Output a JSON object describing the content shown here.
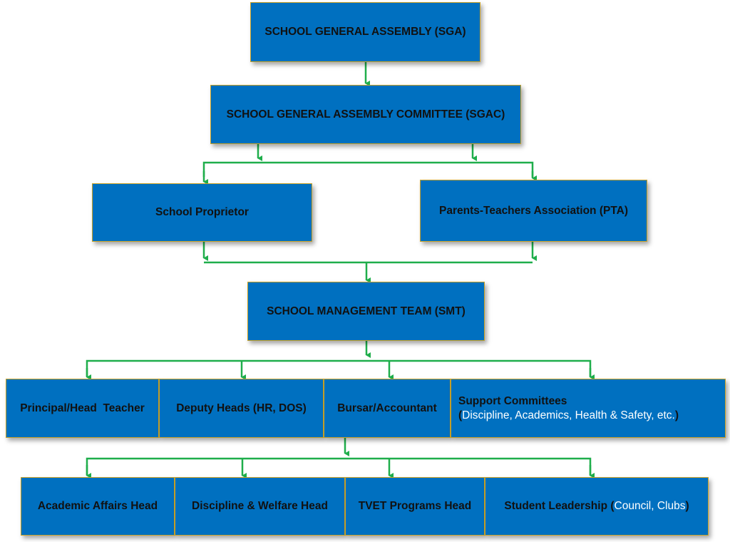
{
  "colors": {
    "box_fill": "#0070c0",
    "box_border": "#c9a227",
    "connector": "#1fae4b",
    "text": "#111111",
    "highlight_text": "#ffffff"
  },
  "nodes": {
    "sga": "SCHOOL GENERAL ASSEMBLY (SGA)",
    "sgac": "SCHOOL GENERAL ASSEMBLY COMMITTEE (SGAC)",
    "proprietor": "School Proprietor",
    "pta": "Parents-Teachers Association (PTA)",
    "smt": "SCHOOL MANAGEMENT TEAM (SMT)",
    "principal": "Principal/Head  Teacher",
    "deputy": "Deputy Heads (HR, DOS)",
    "bursar": "Bursar/Accountant",
    "support": {
      "title": "Support Committees",
      "open": "(",
      "detail": "Discipline, Academics, Health & Safety, etc.",
      "close": ")"
    },
    "academic": "Academic Affairs Head",
    "discipline": "Discipline & Welfare Head",
    "tvet": "TVET Programs Head",
    "student": {
      "title": "Student Leadership ",
      "open": "(",
      "detail": "Council, Clubs",
      "close": ")"
    }
  }
}
